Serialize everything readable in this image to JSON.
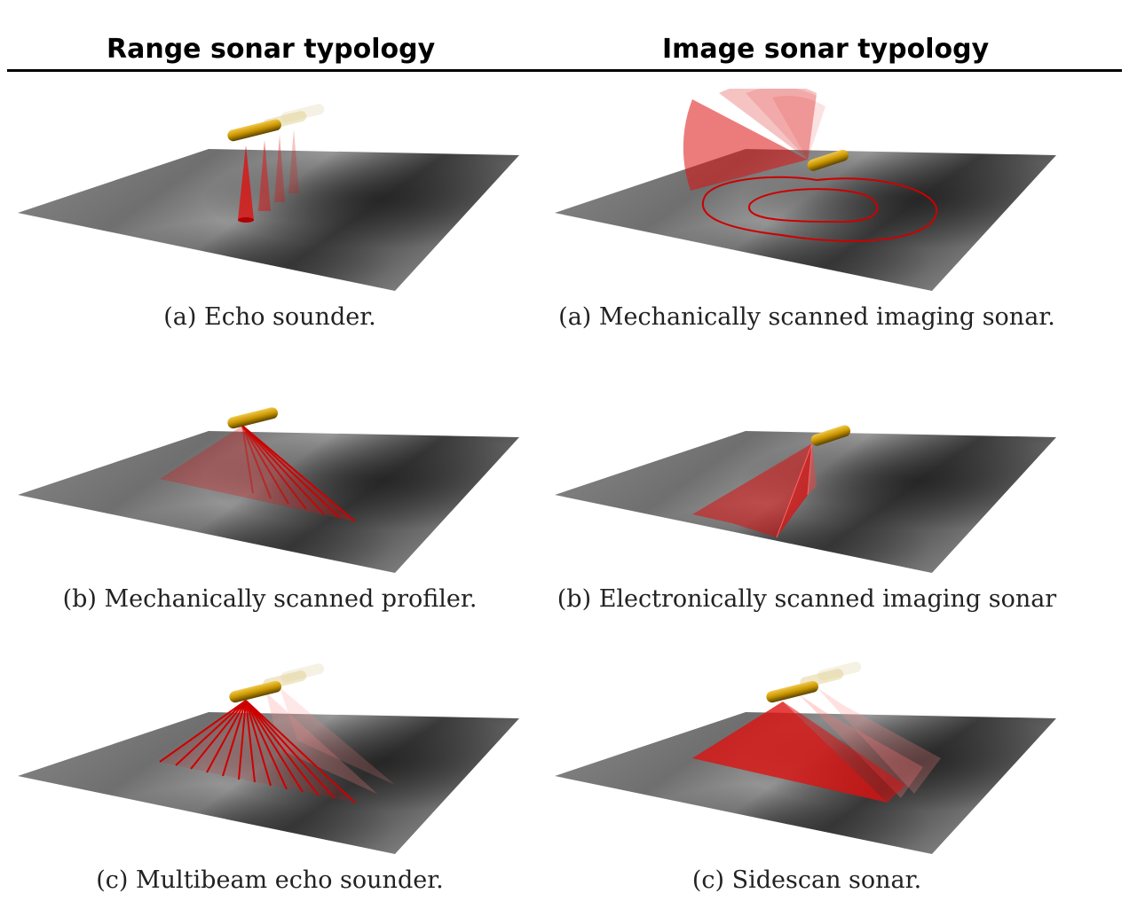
{
  "headers": {
    "range": "Range sonar typology",
    "image": "Image sonar typology"
  },
  "captions": {
    "range_a": "(a) Echo sounder.",
    "range_b": "(b) Mechanically scanned profiler.",
    "range_c": "(c) Multibeam echo sounder.",
    "image_a": "(a) Mechanically scanned imaging sonar.",
    "image_b": "(b) Electronically scanned imaging sonar",
    "image_c": "(c) Sidescan sonar."
  },
  "colors": {
    "beam": "#dd1111",
    "vehicle": "#e0a800",
    "seafloor": "#7a7a7a"
  }
}
